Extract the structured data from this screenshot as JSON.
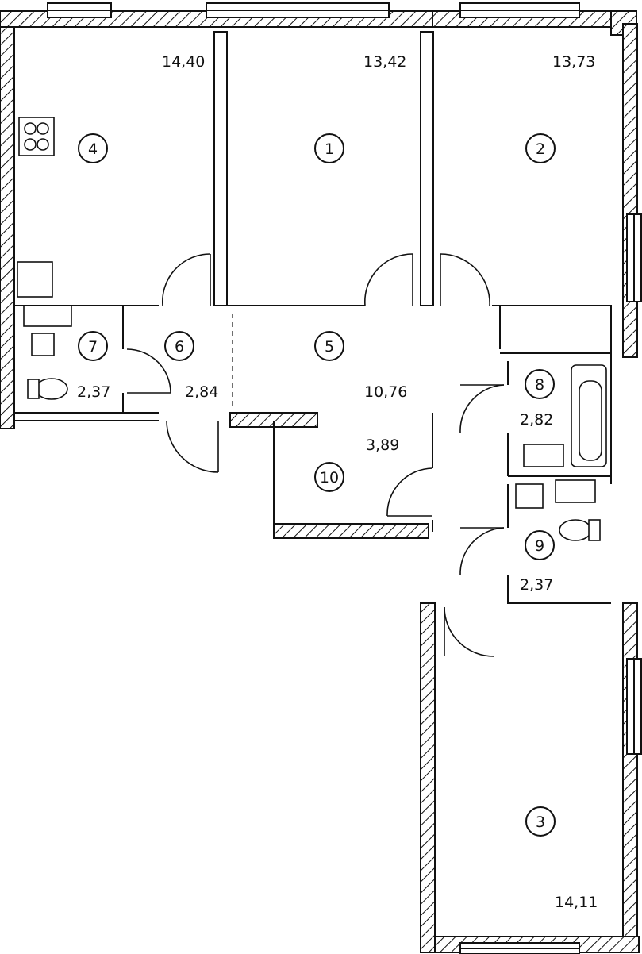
{
  "rooms": [
    {
      "number": "1",
      "area": "13,42"
    },
    {
      "number": "2",
      "area": "13,73"
    },
    {
      "number": "3",
      "area": "14,11"
    },
    {
      "number": "4",
      "area": "14,40"
    },
    {
      "number": "5",
      "area": "10,76"
    },
    {
      "number": "6",
      "area": "2,84"
    },
    {
      "number": "7",
      "area": "2,37"
    },
    {
      "number": "8",
      "area": "2,82"
    },
    {
      "number": "9",
      "area": "2,37"
    },
    {
      "number": "10",
      "area": "3,89"
    }
  ]
}
